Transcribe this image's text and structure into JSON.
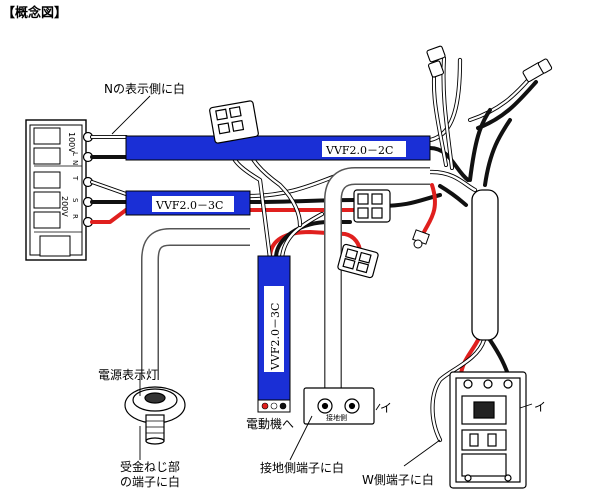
{
  "title": "【概念図】",
  "labels": {
    "n_side_white": "Nの表示側に白",
    "pilot_lamp": "電源表示灯",
    "socket_line1": "受金ねじ部",
    "socket_line2": "の端子に白",
    "to_motor": "電動機へ",
    "ground_terminal": "接地側端子に白",
    "w_terminal": "W側端子に白",
    "i_mark_box": "イ",
    "i_mark_switch": "イ",
    "ground_side_small": "接地側"
  },
  "cables": {
    "vvf2c": "VVF2.0－2C",
    "vvf3c_h": "VVF2.0－3C",
    "vvf3c_v": "VVF2.0－3C"
  },
  "terminal_block": {
    "v100_label": "100V",
    "v100_terms": [
      "L",
      "N"
    ],
    "v200_label": "200V",
    "v200_terms": [
      "R",
      "S",
      "T"
    ]
  },
  "colors": {
    "cable_blue": "#1a2fd6",
    "wire_red": "#e0201e",
    "wire_black": "#111111",
    "wire_white": "#ffffff"
  }
}
